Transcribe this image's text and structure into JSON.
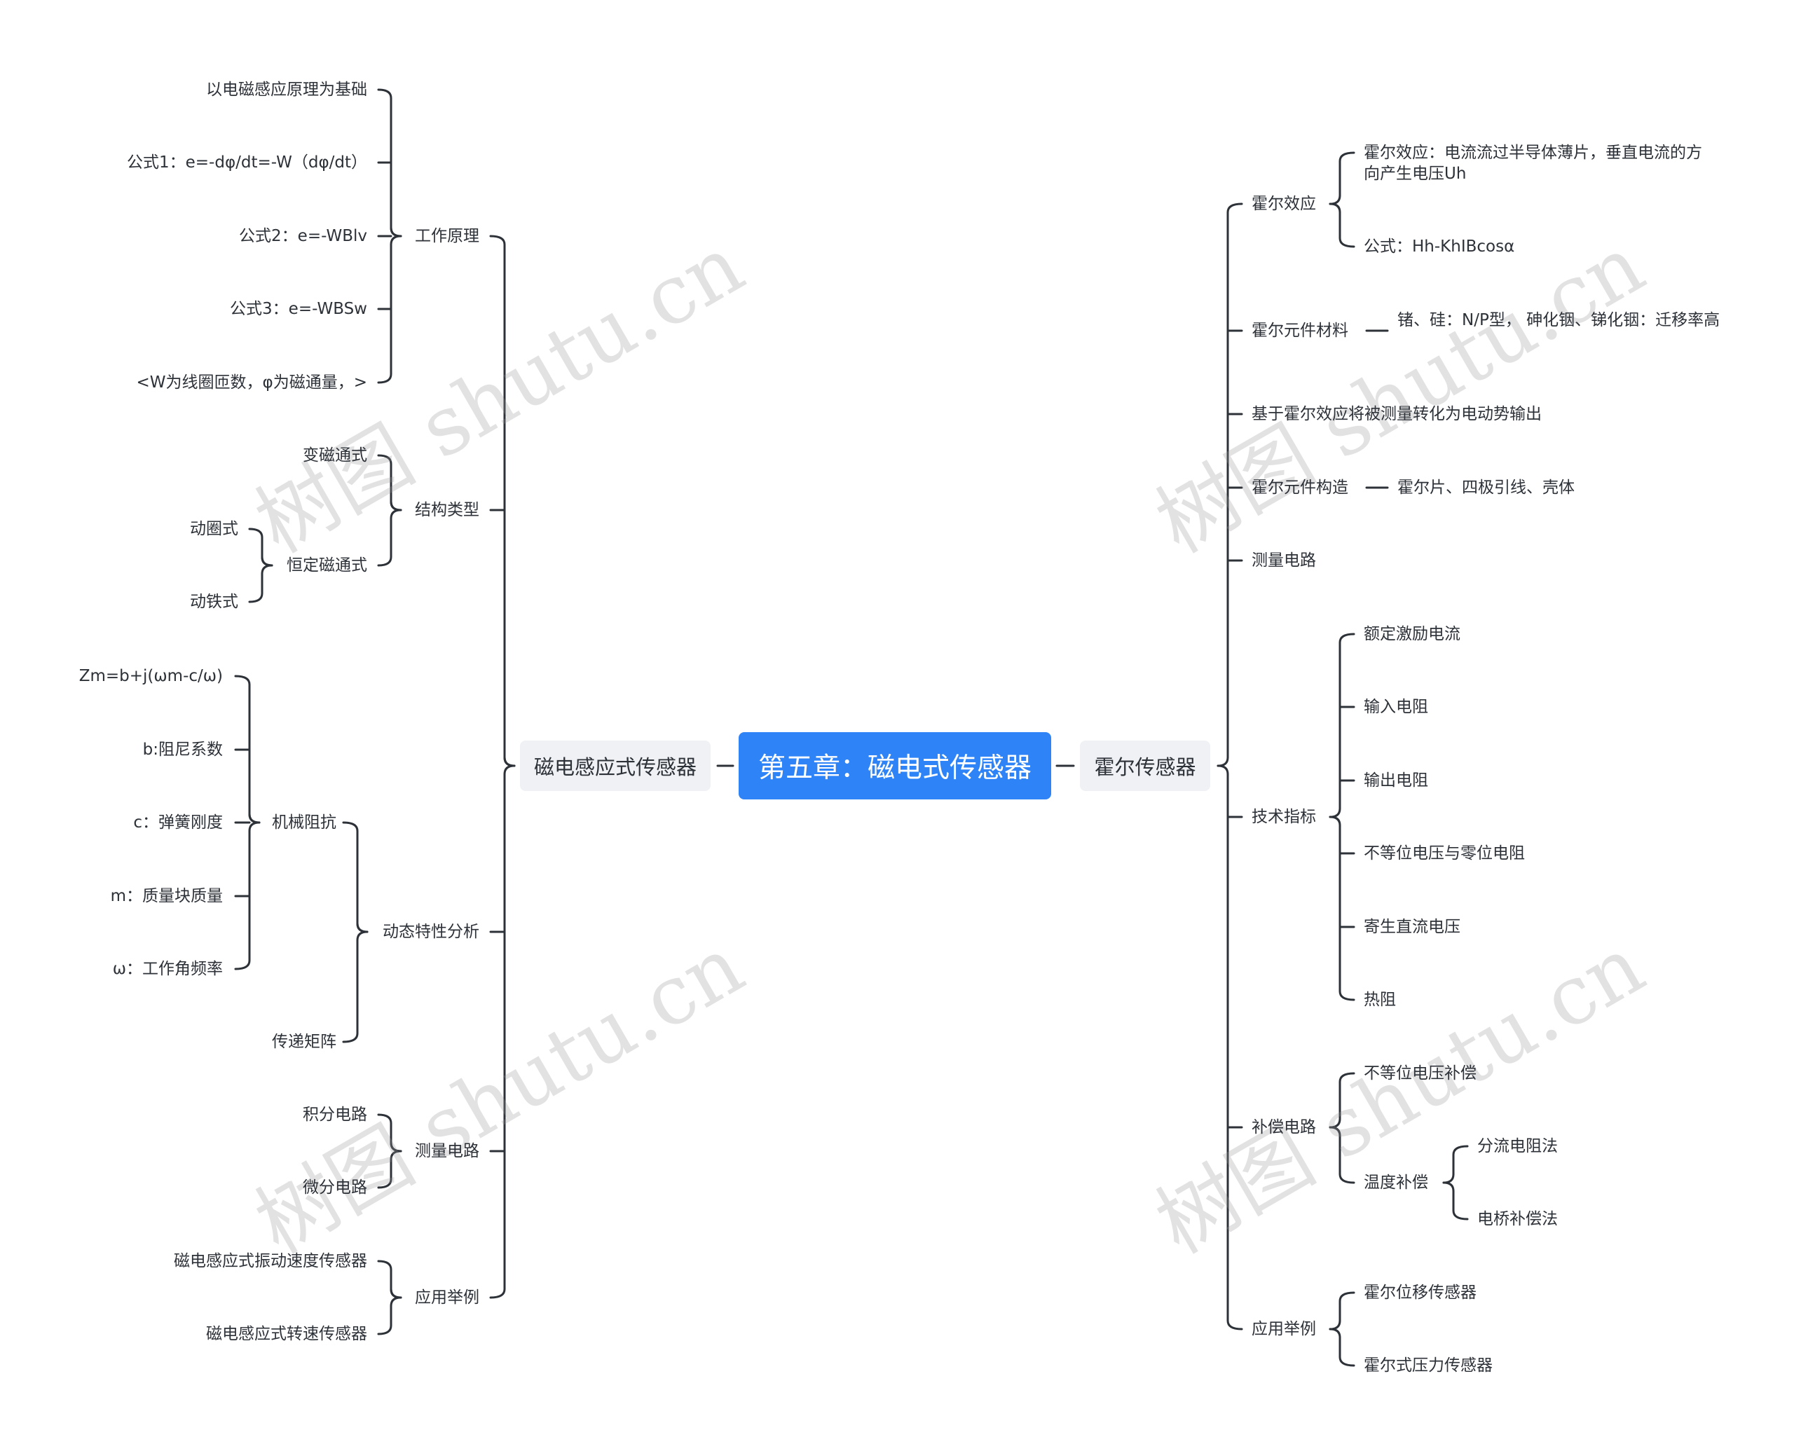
{
  "root": {
    "label": "第五章：磁电式传感器"
  },
  "left_branch": {
    "label": "磁电感应式传感器",
    "working_principle": {
      "label": "工作原理",
      "items": [
        "以电磁感应原理为基础",
        "公式1：e=-dφ/dt=-W（dφ/dt）",
        "公式2：e=-WBlv",
        "公式3：e=-WBSw",
        "<W为线圈匝数，φ为磁通量，>"
      ]
    },
    "structure_type": {
      "label": "结构类型",
      "variable_flux": "变磁通式",
      "constant_flux": {
        "label": "恒定磁通式",
        "items": [
          "动圈式",
          "动铁式"
        ]
      }
    },
    "dynamic_analysis": {
      "label": "动态特性分析",
      "mechanical_impedance": {
        "label": "机械阻抗",
        "items": [
          "Zm=b+j(ωm-c/ω)",
          "b:阻尼系数",
          "c：弹簧刚度",
          "m：质量块质量",
          "ω：工作角频率"
        ]
      },
      "transfer_matrix": "传递矩阵"
    },
    "measurement_circuit": {
      "label": "测量电路",
      "items": [
        "积分电路",
        "微分电路"
      ]
    },
    "applications": {
      "label": "应用举例",
      "items": [
        "磁电感应式振动速度传感器",
        "磁电感应式转速传感器"
      ]
    }
  },
  "right_branch": {
    "label": "霍尔传感器",
    "hall_effect": {
      "label": "霍尔效应",
      "items": [
        "霍尔效应：电流流过半导体薄片，垂直电流的方向产生电压Uh",
        "公式：Hh-KhIBcosα"
      ]
    },
    "hall_material": {
      "label": "霍尔元件材料",
      "detail": "锗、硅：N/P型， 砷化铟、锑化铟：迁移率高"
    },
    "hall_basis": "基于霍尔效应将被测量转化为电动势输出",
    "hall_structure": {
      "label": "霍尔元件构造",
      "detail": "霍尔片、四极引线、壳体"
    },
    "measurement_circuit": "测量电路",
    "tech_specs": {
      "label": "技术指标",
      "items": [
        "额定激励电流",
        "输入电阻",
        "输出电阻",
        "不等位电压与零位电阻",
        "寄生直流电压",
        "热阻"
      ]
    },
    "compensation": {
      "label": "补偿电路",
      "unequal": "不等位电压补偿",
      "temperature": {
        "label": "温度补偿",
        "items": [
          "分流电阻法",
          "电桥补偿法"
        ]
      }
    },
    "applications": {
      "label": "应用举例",
      "items": [
        "霍尔位移传感器",
        "霍尔式压力传感器"
      ]
    }
  },
  "watermark": "树图 shutu.cn",
  "colors": {
    "root_bg": "#2e84f7",
    "main_bg": "#eff1f4",
    "line": "#2d3138"
  }
}
